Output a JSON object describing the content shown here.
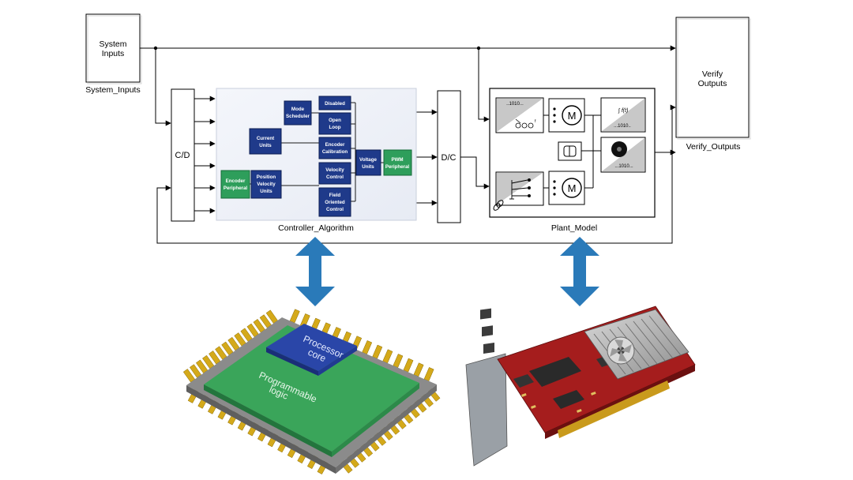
{
  "blocks": {
    "system_inputs": {
      "title_line1": "System",
      "title_line2": "Inputs",
      "caption": "System_Inputs"
    },
    "verify_outputs": {
      "title_line1": "Verify",
      "title_line2": "Outputs",
      "caption": "Verify_Outputs"
    },
    "cd": {
      "label": "C/D"
    },
    "dc": {
      "label": "D/C"
    },
    "controller": {
      "caption": "Controller_Algorithm",
      "mode_scheduler": {
        "line1": "Mode",
        "line2": "Scheduler"
      },
      "disabled": {
        "line1": "Disabled"
      },
      "open_loop": {
        "line1": "Open",
        "line2": "Loop"
      },
      "encoder_calibration": {
        "line1": "Encoder",
        "line2": "Calibration"
      },
      "velocity_control": {
        "line1": "Velocity",
        "line2": "Control"
      },
      "field_oriented_control": {
        "line1": "Field",
        "line2": "Oriented",
        "line3": "Control"
      },
      "current_units": {
        "line1": "Current",
        "line2": "Units"
      },
      "voltage_units": {
        "line1": "Voltage",
        "line2": "Units"
      },
      "pwm_peripheral": {
        "line1": "PWM",
        "line2": "Peripheral"
      },
      "encoder_peripheral": {
        "line1": "Encoder",
        "line2": "Peripheral"
      },
      "position_velocity_units": {
        "line1": "Position",
        "line2": "Velocity",
        "line3": "Units"
      }
    },
    "plant": {
      "caption": "Plant_Model",
      "bits_a": "..1010...",
      "bits_b": "...1010..",
      "bits_c": "...1010...",
      "motor_symbol": "M",
      "integrator_symbol": "∫ f(t)"
    }
  },
  "hardware": {
    "chip": {
      "core_line1": "Processor",
      "core_line2": "core",
      "logic_line1": "Programmable",
      "logic_line2": "logic"
    }
  },
  "colors": {
    "navy": "#1f3a8a",
    "green": "#2e9e5b",
    "arrow_blue": "#2a7ab9",
    "chip_green": "#3aa55a",
    "chip_blue": "#2a46a8",
    "pin_gold": "#d4a91a",
    "board_red": "#a51d1d"
  }
}
